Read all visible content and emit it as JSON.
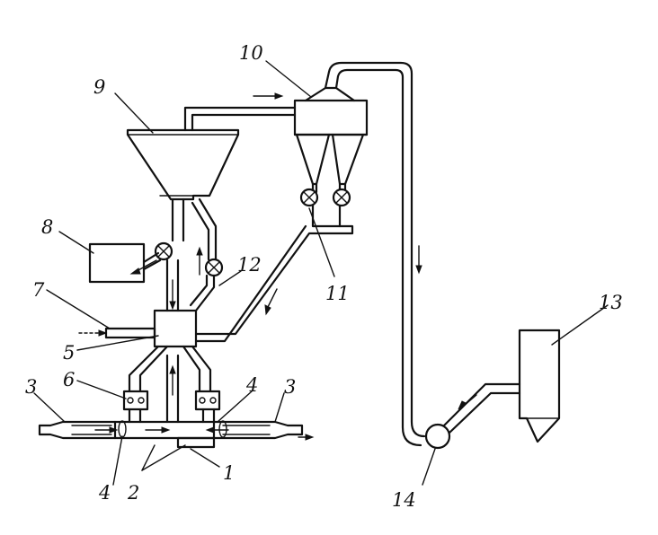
{
  "labels": {
    "1": "1",
    "2": "2",
    "3_left": "3",
    "3_right": "3",
    "4_upper": "4",
    "4_lower": "4",
    "5": "5",
    "6": "6",
    "7": "7",
    "8": "8",
    "9": "9",
    "10": "10",
    "11": "11",
    "12": "12",
    "13": "13",
    "14": "14"
  }
}
